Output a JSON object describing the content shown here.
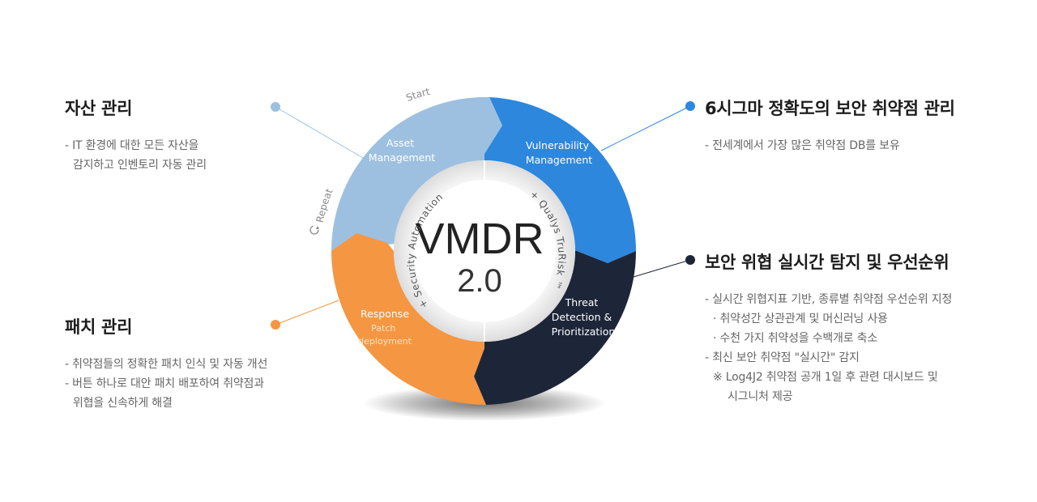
{
  "diagram": {
    "center_title": "VMDR",
    "center_version": "2.0",
    "ring_left_text": "+ Security Automation",
    "ring_right_text": "+ Qualys TruRisk ™",
    "start_label": "Start",
    "repeat_label": "Repeat",
    "segments": [
      {
        "lines": [
          "Asset",
          "Management"
        ],
        "color": "#9dc0e0"
      },
      {
        "lines": [
          "Vulnerability",
          "Management"
        ],
        "color": "#2d87dd"
      },
      {
        "lines": [
          "Threat",
          "Detection &",
          "Prioritization"
        ],
        "color": "#1d2638"
      },
      {
        "lines": [
          "Response"
        ],
        "sub_lines": [
          "Patch",
          "deployment"
        ],
        "color": "#f59642"
      }
    ]
  },
  "asset_block": {
    "title": "자산 관리",
    "color": "#9dc0e0",
    "lines": [
      "- IT 환경에 대한 모든 자산을",
      "감지하고 인벤토리 자동 관리"
    ]
  },
  "patch_block": {
    "title": "패치 관리",
    "color": "#f59642",
    "lines": [
      "- 취약점들의 정확한 패치 인식 및 자동 개선",
      "- 버튼 하나로 대안 패치 배포하여 취약점과",
      "위협을 신속하게 해결"
    ]
  },
  "vuln_block": {
    "title": "6시그마 정확도의 보안 취약점 관리",
    "color": "#2d87dd",
    "lines": [
      "- 전세계에서 가장 많은 취약점 DB를 보유"
    ]
  },
  "threat_block": {
    "title": "보안 위협 실시간 탐지 및 우선순위",
    "color": "#1d2638",
    "lines": [
      "- 실시간 위협지표 기반, 종류별 취약점 우선순위 지정",
      "· 취약성간 상관관계 및 머신러닝 사용",
      "· 수천 가지 취약성을 수백개로 축소",
      "- 최신 보안 취약점 \"실시간\" 감지",
      "※ Log4J2 취약점 공개 1일 후 관련 대시보드 및",
      "시그니처 제공"
    ]
  }
}
